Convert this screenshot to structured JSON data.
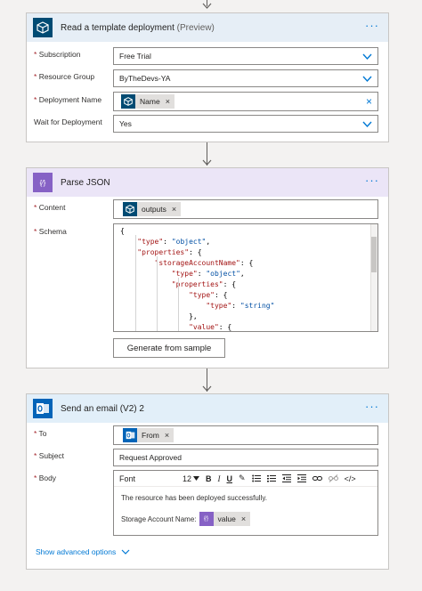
{
  "cards": {
    "template": {
      "title": "Read a template deployment",
      "title_suffix": "(Preview)",
      "fields": [
        {
          "label": "Subscription",
          "required": "*",
          "value": "Free Trial"
        },
        {
          "label": "Resource Group",
          "required": "*",
          "value": "ByTheDevs-YA"
        },
        {
          "label": "Deployment Name",
          "required": "*",
          "token": "Name",
          "token_remove": "×"
        },
        {
          "label": "Wait for Deployment",
          "required": "",
          "value": "Yes"
        }
      ],
      "clear_icon": "×",
      "more": "···"
    },
    "parse": {
      "title": "Parse JSON",
      "icon_glyph": "{⁄}",
      "content_label": "Content",
      "schema_label": "Schema",
      "required": "*",
      "content_token": "outputs",
      "token_remove": "×",
      "schema_lines": [
        "{",
        "    \"type\": \"object\",",
        "    \"properties\": {",
        "        \"storageAccountName\": {",
        "            \"type\": \"object\",",
        "            \"properties\": {",
        "                \"type\": {",
        "                    \"type\": \"string\"",
        "                },",
        "                \"value\": {"
      ],
      "generate_button": "Generate from sample",
      "more": "···"
    },
    "email": {
      "title": "Send an email (V2) 2",
      "to_label": "To",
      "subject_label": "Subject",
      "body_label": "Body",
      "required": "*",
      "to_token": "From",
      "token_remove": "×",
      "subject_value": "Request Approved",
      "toolbar": {
        "font": "Font",
        "size": "12",
        "bold": "B",
        "italic": "I",
        "underline": "U",
        "pen": "✎",
        "code": "</>"
      },
      "body_line1": "The resource has been deployed successfully.",
      "body_line2_prefix": "Storage Account Name:",
      "body_token": "value",
      "body_token_icon": "{⁄}",
      "advanced_options": "Show advanced options",
      "more": "···"
    }
  },
  "colors": {
    "template_header": "#e6eef6",
    "template_icon": "#004b73",
    "parse_header": "#ebe5f7",
    "parse_icon": "#8661c5",
    "email_header": "#e2eff9",
    "email_icon": "#0364b8",
    "accent": "#0078d4"
  }
}
